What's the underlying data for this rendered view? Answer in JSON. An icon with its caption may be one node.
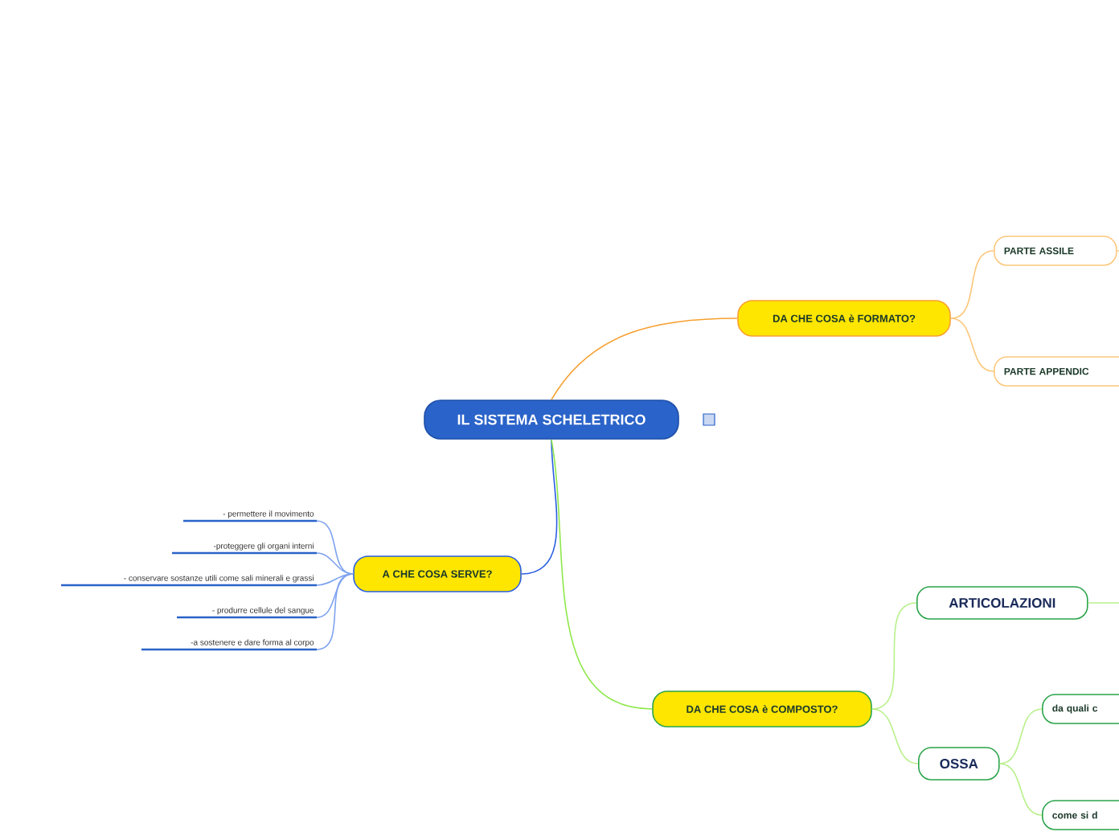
{
  "diagram": {
    "nodes": [
      {
        "text": [
          "IL SISTEMA SCHELETRICO"
        ]
      },
      {
        "text": [
          "DA CHE COSA è FORMATO?"
        ]
      },
      {
        "text": [
          "PARTE ASSILE"
        ]
      },
      {
        "text": [
          "PARTE APPENDIC"
        ]
      },
      {
        "text": [
          "A CHE COSA SERVE?"
        ]
      },
      {
        "text": [
          "- permettere il movimento"
        ]
      },
      {
        "text": [
          "-proteggere gli organi interni"
        ]
      },
      {
        "text": [
          "- conservare sostanze utili come sali minerali e grassi"
        ]
      },
      {
        "text": [
          "- produrre cellule del sangue"
        ]
      },
      {
        "text": [
          "-a sostenere e dare forma al corpo"
        ]
      },
      {
        "text": [
          "DA CHE COSA è COMPOSTO?"
        ]
      },
      {
        "text": [
          "ARTICOLAZIONI"
        ]
      },
      {
        "text": [
          "OSSA"
        ]
      },
      {
        "text": [
          "da quali c"
        ]
      },
      {
        "text": [
          "come si d"
        ]
      }
    ],
    "edges": [
      {
        "from": 0,
        "to": 1,
        "arrow": "none",
        "color": "#f7a030"
      },
      {
        "from": 1,
        "to": 2,
        "arrow": "none",
        "color": "#fcc77a"
      },
      {
        "from": 1,
        "to": 3,
        "arrow": "none",
        "color": "#fcc77a"
      },
      {
        "from": 2,
        "to": null,
        "arrow": "none",
        "color": "#fcc77a"
      },
      {
        "from": 0,
        "to": 4,
        "arrow": "none",
        "color": "#2a5fe0"
      },
      {
        "from": 4,
        "to": 5,
        "arrow": "none",
        "color": "#7ea2f0"
      },
      {
        "from": 4,
        "to": 6,
        "arrow": "none",
        "color": "#7ea2f0"
      },
      {
        "from": 4,
        "to": 7,
        "arrow": "none",
        "color": "#7ea2f0"
      },
      {
        "from": 4,
        "to": 8,
        "arrow": "none",
        "color": "#7ea2f0"
      },
      {
        "from": 4,
        "to": 9,
        "arrow": "none",
        "color": "#7ea2f0"
      },
      {
        "from": 0,
        "to": 10,
        "arrow": "none",
        "color": "#8de84a"
      },
      {
        "from": 10,
        "to": 11,
        "arrow": "none",
        "color": "#b8f08a"
      },
      {
        "from": 10,
        "to": 12,
        "arrow": "none",
        "color": "#b8f08a"
      },
      {
        "from": 11,
        "to": null,
        "arrow": "none",
        "color": "#b8f08a"
      },
      {
        "from": 12,
        "to": 13,
        "arrow": "none",
        "color": "#b8f08a"
      },
      {
        "from": 12,
        "to": 14,
        "arrow": "none",
        "color": "#b8f08a"
      }
    ]
  }
}
